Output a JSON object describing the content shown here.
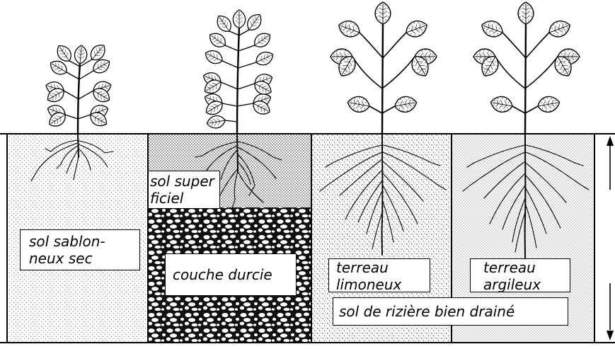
{
  "labels": {
    "sandy": [
      "sol sablon-",
      "neux sec"
    ],
    "topsoil": [
      "sol super",
      "ficiel"
    ],
    "hardpan": [
      "couche durcie"
    ],
    "loam": [
      "terreau",
      "limoneux"
    ],
    "clay": [
      "terreau",
      "argileux"
    ],
    "paddy": [
      "sol de rizière bien drainé"
    ]
  }
}
